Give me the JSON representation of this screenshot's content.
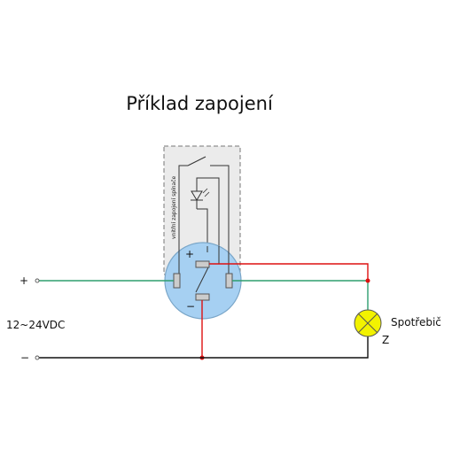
{
  "title": "Příklad zapojení",
  "labels": {
    "plus_terminal": "+",
    "minus_terminal": "−",
    "voltage": "12~24VDC",
    "load": "Spotřebič",
    "load_terminal": "Z",
    "internal_plus": "+",
    "internal_minus": "−",
    "internal_wiring": "vnitřní zapojení spínače"
  },
  "colors": {
    "green_wire": "#2e9e6e",
    "red_wire": "#dd1111",
    "black_wire": "#111111",
    "button_fill": "#a6d0f2",
    "button_stroke": "#7aa6c8",
    "box_fill": "#ebebeb",
    "lamp_fill": "#f2f200"
  }
}
